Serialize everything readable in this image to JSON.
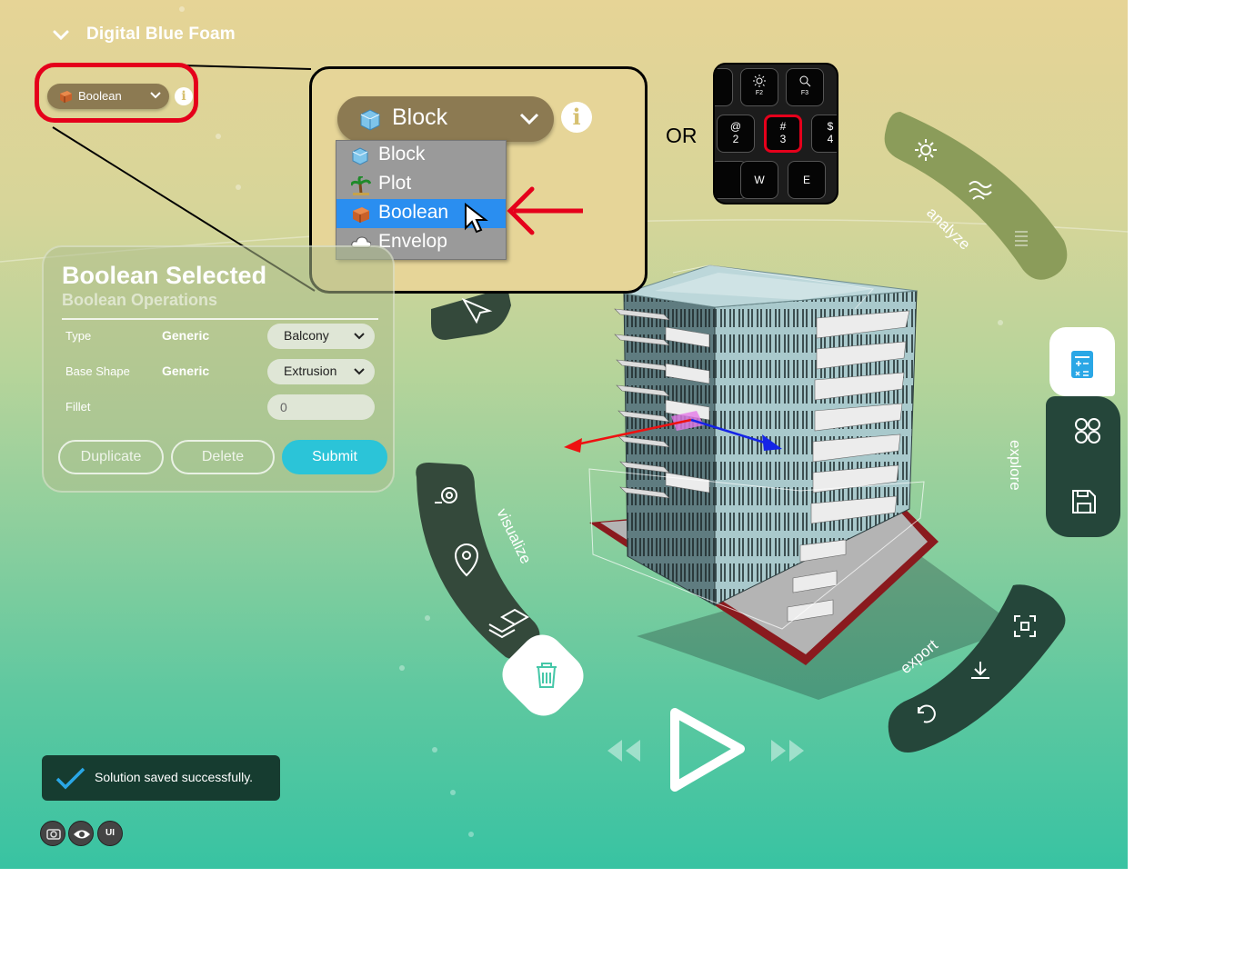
{
  "app": {
    "title": "Digital Blue Foam"
  },
  "mini_dropdown": {
    "selected": "Boolean",
    "info_glyph": "i"
  },
  "callout": {
    "dropdown_selected": "Block",
    "info_glyph": "i",
    "menu_items": [
      {
        "label": "Block",
        "icon": "block-cube-icon",
        "selected": false
      },
      {
        "label": "Plot",
        "icon": "palm-tree-icon",
        "selected": false
      },
      {
        "label": "Boolean",
        "icon": "boolean-brick-icon",
        "selected": true
      },
      {
        "label": "Envelop",
        "icon": "cloud-icon",
        "selected": false
      }
    ],
    "or_text": "OR"
  },
  "keyboard": {
    "keys": [
      {
        "top": "",
        "bottom": "F2",
        "name": "f2-key"
      },
      {
        "top": "",
        "bottom": "F3",
        "name": "f3-key"
      },
      {
        "top": "@",
        "bottom": "2",
        "name": "key-2"
      },
      {
        "top": "#",
        "bottom": "3",
        "name": "key-3"
      },
      {
        "top": "$",
        "bottom": "4",
        "name": "key-4"
      },
      {
        "top": "W",
        "bottom": "",
        "name": "key-w"
      },
      {
        "top": "E",
        "bottom": "",
        "name": "key-e"
      }
    ]
  },
  "panel": {
    "title": "Boolean Selected",
    "subtitle": "Boolean Operations",
    "rows": {
      "type": {
        "label": "Type",
        "value": "Generic",
        "select": "Balcony"
      },
      "base_shape": {
        "label": "Base Shape",
        "value": "Generic",
        "select": "Extrusion"
      },
      "fillet": {
        "label": "Fillet",
        "input": "0"
      }
    },
    "buttons": {
      "duplicate": "Duplicate",
      "delete": "Delete",
      "submit": "Submit"
    }
  },
  "toast": {
    "message": "Solution saved successfully."
  },
  "bottom_controls": {
    "camera": "camera-icon",
    "eye": "eye-icon",
    "ui": "UI"
  },
  "radial_menus": {
    "analyze": {
      "label": "analyze",
      "icons": [
        "sun-icon",
        "wind-icon",
        "water-icon"
      ]
    },
    "explore": {
      "label": "explore",
      "icons": [
        "calculator-icon",
        "grid-icon",
        "save-icon"
      ]
    },
    "visualize": {
      "label": "visualize",
      "icons": [
        "tape-measure-icon",
        "location-pin-icon",
        "layers-icon"
      ]
    },
    "export": {
      "label": "export",
      "icons": [
        "fullscreen-icon",
        "download-icon",
        "refresh-icon"
      ]
    }
  },
  "playback": {
    "rewind": "rewind-icon",
    "play": "play-icon",
    "forward": "fast-forward-icon"
  },
  "colors": {
    "accent": "#2bc4d8",
    "dark_panel": "#25463a",
    "olive_panel": "#8b9c5a",
    "highlight": "#e5001b"
  }
}
